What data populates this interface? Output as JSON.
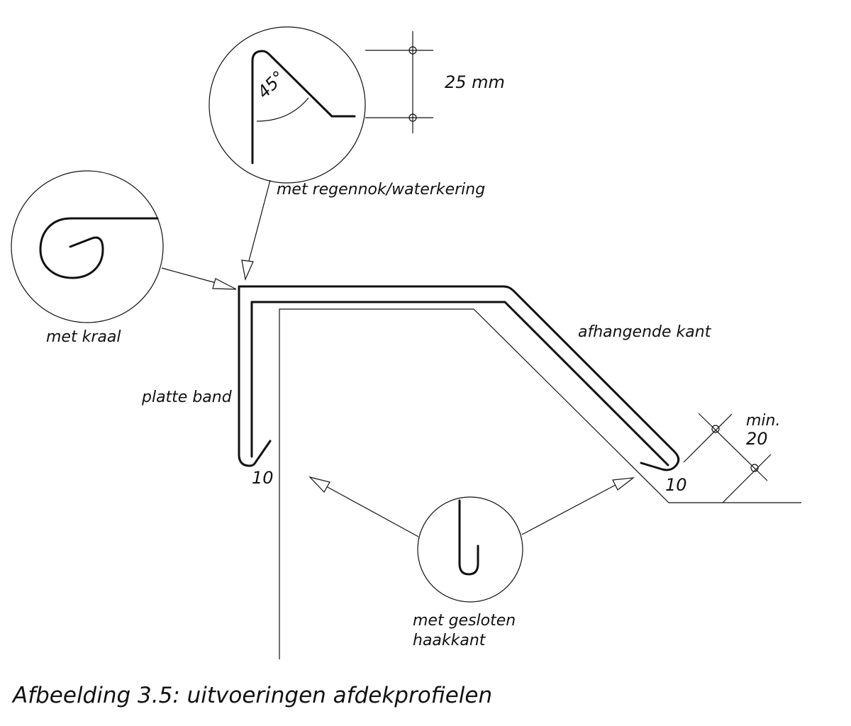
{
  "labels": {
    "regennok": "met regennok/waterkering",
    "kraal": "met kraal",
    "platte_band": "platte band",
    "afhangende_kant": "afhangende kant",
    "gesloten_line1": "met gesloten",
    "gesloten_line2": "haakkant",
    "dim_25": "25 mm",
    "angle": "45°",
    "min": "min.",
    "min_value": "20",
    "ten_left": "10",
    "ten_right": "10"
  },
  "caption": "Afbeelding 3.5: uitvoeringen afdekprofielen"
}
